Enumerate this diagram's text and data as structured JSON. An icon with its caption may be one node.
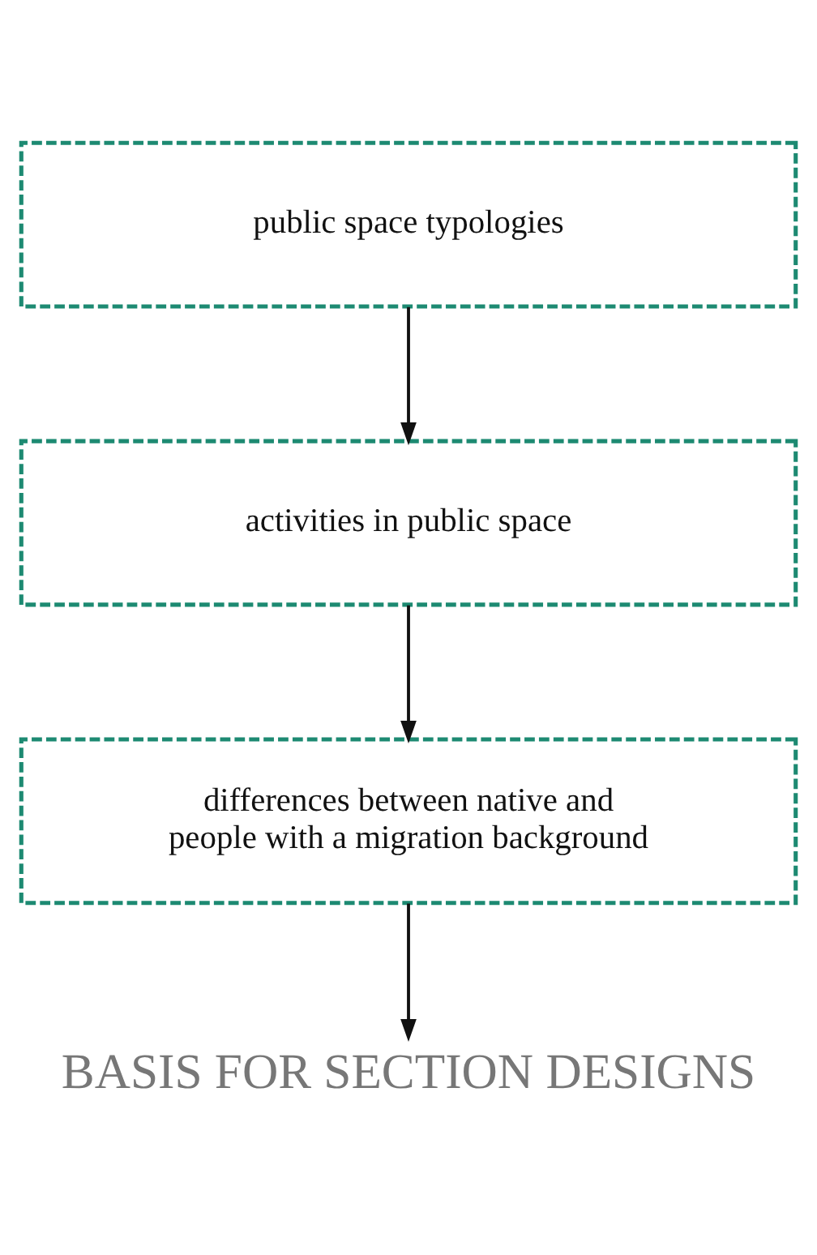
{
  "diagram": {
    "nodes": [
      {
        "text": [
          "public space typologies"
        ]
      },
      {
        "text": [
          "activities in public space"
        ]
      },
      {
        "text": [
          "differences between native and people with a migration background"
        ]
      },
      {
        "text": [
          "BASIS FOR SECTION DESIGNS"
        ]
      }
    ],
    "edges": [
      {
        "from": 0,
        "to": 1,
        "arrow": "to"
      },
      {
        "from": 1,
        "to": 2,
        "arrow": "to"
      },
      {
        "from": 2,
        "to": 3,
        "arrow": "to"
      }
    ]
  }
}
